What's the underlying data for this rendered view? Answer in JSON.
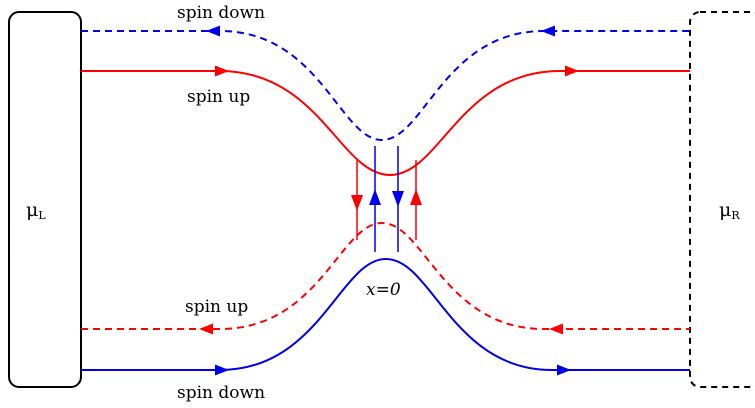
{
  "colors": {
    "red": "#ff0000",
    "blue": "#0000ee",
    "black": "#000000"
  },
  "reservoirs": {
    "left": {
      "symbol": "μ",
      "subscript": "L",
      "border": "solid"
    },
    "right": {
      "symbol": "μ",
      "subscript": "R",
      "border": "dashed"
    }
  },
  "labels": {
    "top_spin_down": "spin down",
    "top_spin_up": "spin up",
    "bottom_spin_up": "spin up",
    "bottom_spin_down": "spin down",
    "center": "x=0"
  },
  "channels": [
    {
      "id": "top-spin-down",
      "color": "blue",
      "style": "dashed",
      "direction": "right-to-left"
    },
    {
      "id": "top-spin-up",
      "color": "red",
      "style": "solid",
      "direction": "left-to-right"
    },
    {
      "id": "bottom-spin-up",
      "color": "red",
      "style": "dashed",
      "direction": "right-to-left"
    },
    {
      "id": "bottom-spin-down",
      "color": "blue",
      "style": "solid",
      "direction": "left-to-right"
    }
  ],
  "tunneling_arrows": [
    {
      "color": "red",
      "direction": "down"
    },
    {
      "color": "blue",
      "direction": "up"
    },
    {
      "color": "blue",
      "direction": "down"
    },
    {
      "color": "red",
      "direction": "up"
    }
  ]
}
